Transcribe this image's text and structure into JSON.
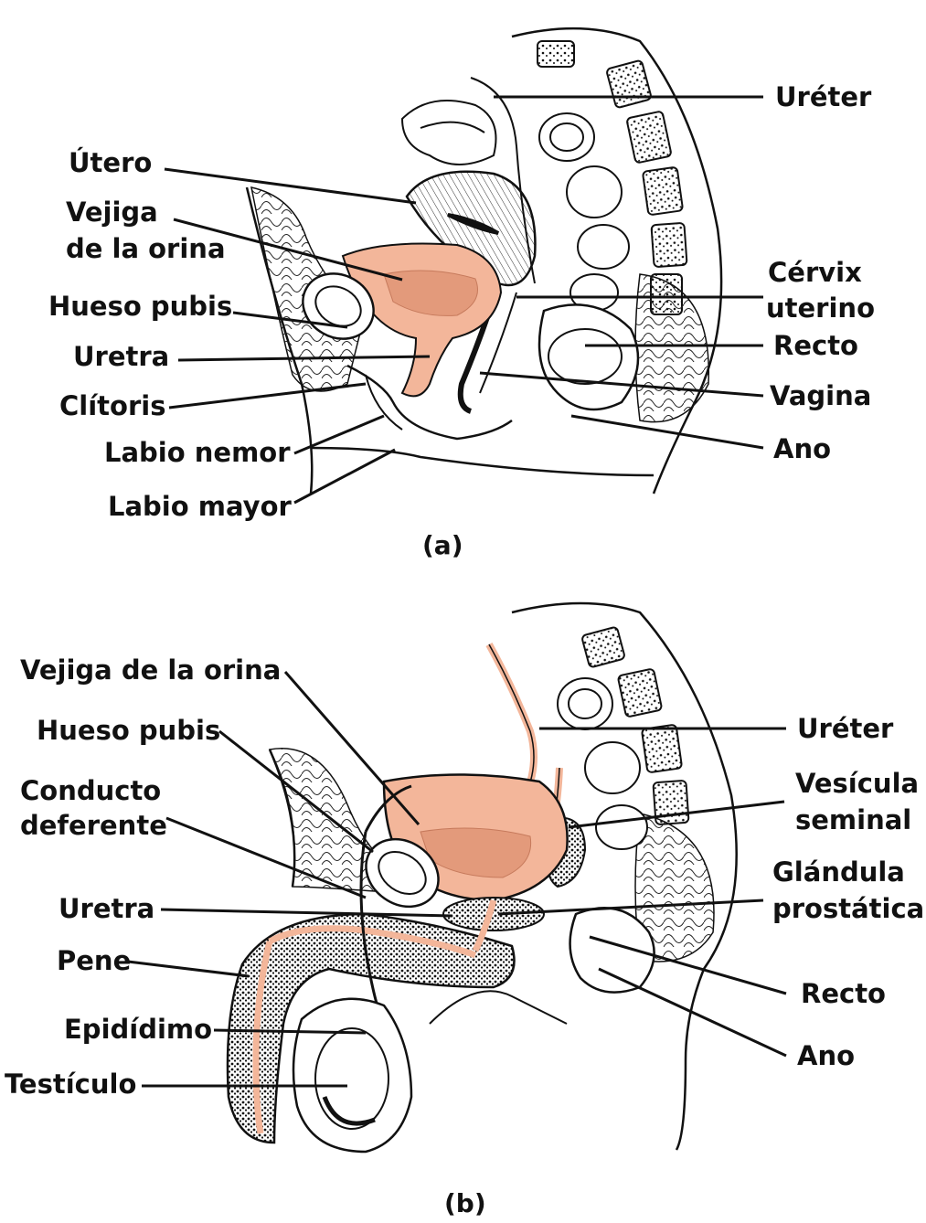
{
  "colors": {
    "organ_fill": "#f3b69a",
    "organ_dark": "#e39a7b",
    "ink": "#111111"
  },
  "panel_a": {
    "caption": "(a)",
    "labels": {
      "ureter": "Uréter",
      "utero": "Útero",
      "vejiga_1": "Vejiga",
      "vejiga_2": "de la orina",
      "cervix_1": "Cérvix",
      "cervix_2": "uterino",
      "hueso_pubis": "Hueso pubis",
      "recto": "Recto",
      "uretra": "Uretra",
      "vagina": "Vagina",
      "clitoris": "Clítoris",
      "ano": "Ano",
      "labio_menor": "Labio nemor",
      "labio_mayor": "Labio mayor"
    }
  },
  "panel_b": {
    "caption": "(b)",
    "labels": {
      "vejiga": "Vejiga de la orina",
      "ureter": "Uréter",
      "hueso_pubis": "Hueso pubis",
      "conducto_1": "Conducto",
      "conducto_2": "deferente",
      "vesicula_1": "Vesícula",
      "vesicula_2": "seminal",
      "glandula_1": "Glándula",
      "glandula_2": "prostática",
      "uretra": "Uretra",
      "pene": "Pene",
      "recto": "Recto",
      "epididimo": "Epidídimo",
      "ano": "Ano",
      "testiculo": "Testículo"
    }
  }
}
